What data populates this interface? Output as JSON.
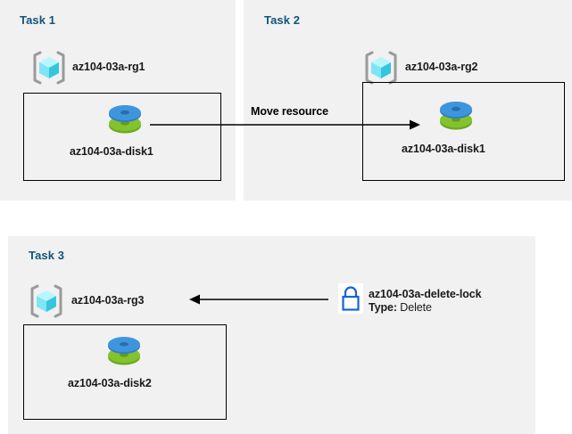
{
  "diagram": {
    "title_color": "#11557c",
    "panel_bg": "#f1f1f1",
    "canvas_bg": "#ffffff"
  },
  "panels": [
    {
      "id": "task1",
      "title": "Task 1",
      "resource_group": {
        "label": "az104-03a-rg1",
        "icon": "resource-group-cube-icon"
      },
      "resource": {
        "label": "az104-03a-disk1",
        "icon": "managed-disk-icon"
      }
    },
    {
      "id": "task2",
      "title": "Task 2",
      "resource_group": {
        "label": "az104-03a-rg2",
        "icon": "resource-group-cube-icon"
      },
      "resource": {
        "label": "az104-03a-disk1",
        "icon": "managed-disk-icon"
      }
    },
    {
      "id": "task3",
      "title": "Task 3",
      "resource_group": {
        "label": "az104-03a-rg3",
        "icon": "resource-group-cube-icon"
      },
      "resource": {
        "label": "az104-03a-disk2",
        "icon": "managed-disk-icon"
      },
      "lock": {
        "icon": "lock-icon",
        "name": "az104-03a-delete-lock",
        "type_label": "Type:",
        "type_value": "Delete"
      }
    }
  ],
  "connectors": [
    {
      "id": "move-resource",
      "label": "Move resource",
      "direction": "right"
    },
    {
      "id": "lock-applies-to-rg3",
      "label": "",
      "direction": "left"
    }
  ],
  "colors": {
    "disk_blue": "#3a8fd9",
    "disk_green": "#7ab829",
    "cube_cyan": "#8ceaf6",
    "cube_bracket": "#9a9a9a",
    "lock_blue": "#1563d6",
    "box_border": "#000000",
    "title_blue": "#11557c"
  }
}
